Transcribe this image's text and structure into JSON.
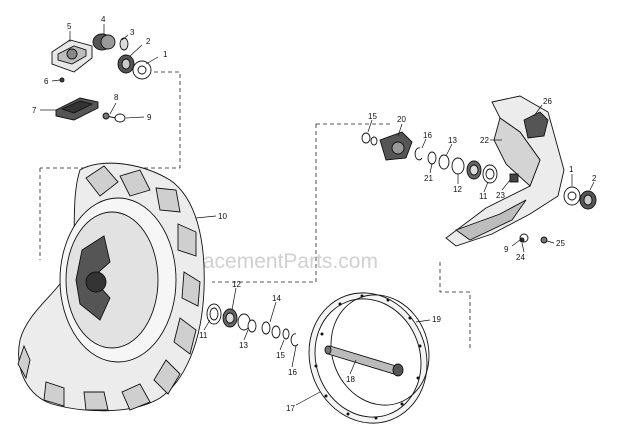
{
  "watermark": "eReplacementParts.com",
  "callouts": {
    "n1a": "1",
    "n2a": "2",
    "n3": "3",
    "n4": "4",
    "n5": "5",
    "n6": "6",
    "n7": "7",
    "n8": "8",
    "n9a": "9",
    "n10": "10",
    "n11a": "11",
    "n12a": "12",
    "n13a": "13",
    "n14": "14",
    "n15a": "15",
    "n16a": "16",
    "n17": "17",
    "n18": "18",
    "n19": "19",
    "n15b": "15",
    "n20": "20",
    "n16b": "16",
    "n13b": "13",
    "n21": "21",
    "n12b": "12",
    "n11b": "11",
    "n22": "22",
    "n26": "26",
    "n23": "23",
    "n1b": "1",
    "n2b": "2",
    "n9b": "9",
    "n24": "24",
    "n25": "25"
  }
}
